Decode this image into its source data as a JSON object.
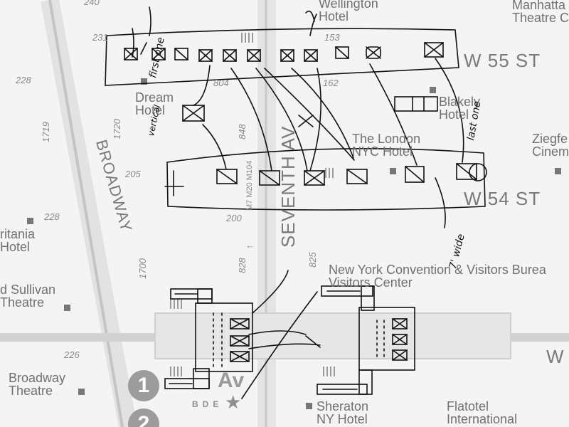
{
  "map": {
    "streets": {
      "w55": "W 55 ST",
      "w54": "W 54 ST",
      "seventh_av": "SEVENTH AV",
      "broadway": "BROADWAY",
      "w_edge": "W"
    },
    "places": {
      "wellington": "Wellington\nHotel",
      "manhattan_theatre": "Manhatta\nTheatre C",
      "dream_hotel": "Dream\nHotel",
      "blakely_hotel": "Blakely\nHotel",
      "london_hotel": "The London\nNYC Hotel",
      "ziegfeld": "Ziegfe\nCinem",
      "britania": "ritania\nHotel",
      "sullivan": "d Sullivan\nTheatre",
      "convention": "New York Convention & Visitors Burea\nVisitors Center",
      "broadway_theatre": "Broadway\nTheatre",
      "sheraton": "Sheraton\nNY Hotel",
      "flatotel": "Flatotel\nInternational"
    },
    "numbers": {
      "n240": "240",
      "n231": "231",
      "n228a": "228",
      "n1719": "1719",
      "n1720": "1720",
      "n205": "205",
      "n228b": "228",
      "n1700": "1700",
      "n226": "226",
      "n153": "153",
      "n162": "162",
      "n804": "804",
      "n200": "200",
      "n825": "825",
      "n828": "828",
      "n848": "848"
    },
    "bus_routes": "M7 M20 M104",
    "bus_arrow": "←",
    "subway": {
      "line1": "1",
      "line2": "2",
      "station": "Av",
      "lines_small": "BDE"
    },
    "colors": {
      "background": "#f4f4f4",
      "street_gray": "#d8d8d8",
      "bullet_gray": "#9c9c9c",
      "ink": "#111111"
    }
  },
  "handwriting": {
    "first_one": "first one",
    "last_one": "last one",
    "seven_wide": "7' wide",
    "side_note": "vertical"
  }
}
